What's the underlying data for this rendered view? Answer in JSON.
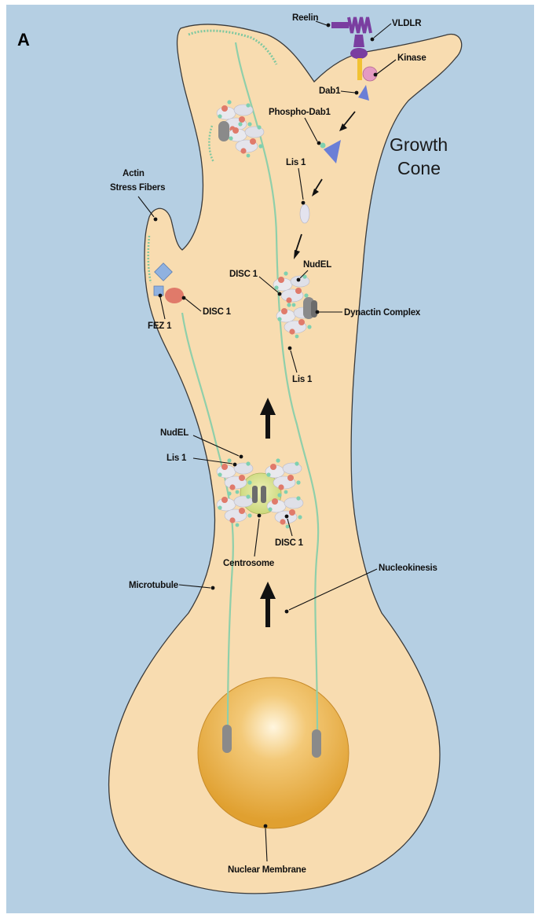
{
  "panel_letter": "A",
  "colors": {
    "background": "#b5cfe3",
    "cell": "#f8dcb0",
    "cell_outline": "#3a3a3a",
    "microtubule": "#8fcfaa",
    "nucleus": "#e6a83a",
    "reelin": "#7a3ea0",
    "kinase": "#e49ac2",
    "dab1": "#6b7fd6",
    "disc1": "#e07a6a",
    "fez1": "#8fb1e0",
    "centrosome": "#d6e08a"
  },
  "labels": {
    "reelin": "Reelin",
    "vldlr": "VLDLR",
    "kinase": "Kinase",
    "dab1": "Dab1",
    "phospho_dab1": "Phospho-Dab1",
    "growth_cone_1": "Growth",
    "growth_cone_2": "Cone",
    "lis1_top": "Lis 1",
    "actin_1": "Actin",
    "actin_2": "Stress Fibers",
    "disc1_mid": "DISC 1",
    "nudel_mid": "NudEL",
    "dynactin": "Dynactin Complex",
    "disc1_left": "DISC 1",
    "fez1": "FEZ 1",
    "lis1_mid": "Lis 1",
    "nudel_low": "NudEL",
    "lis1_low": "Lis 1",
    "disc1_low": "DISC 1",
    "centrosome": "Centrosome",
    "microtubule": "Microtubule",
    "nucleokinesis": "Nucleokinesis",
    "nuclear_membrane": "Nuclear Membrane"
  }
}
